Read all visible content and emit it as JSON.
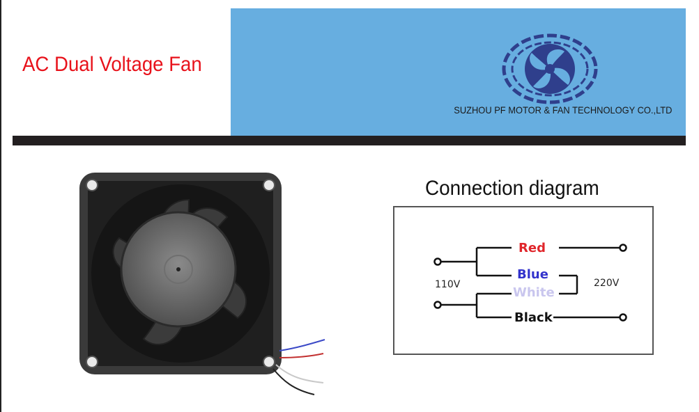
{
  "header": {
    "title": "AC Dual Voltage Fan",
    "company": "SUZHOU PF MOTOR & FAN TECHNOLOGY CO.,LTD",
    "logo_icon": "fan-logo-icon"
  },
  "product": {
    "image_icon": "axial-fan-photo"
  },
  "diagram": {
    "title": "Connection diagram",
    "voltage_low": "110V",
    "voltage_high": "220V",
    "wires": {
      "red": "Red",
      "blue": "Blue",
      "white": "White",
      "black": "Black"
    }
  },
  "colors": {
    "title_red": "#e8121b",
    "header_blue": "#67aee0",
    "bar_dark": "#231f20",
    "wire_red": "#e0262b",
    "wire_blue": "#3333cc",
    "wire_white": "#c9c6ee",
    "wire_black": "#111111"
  }
}
